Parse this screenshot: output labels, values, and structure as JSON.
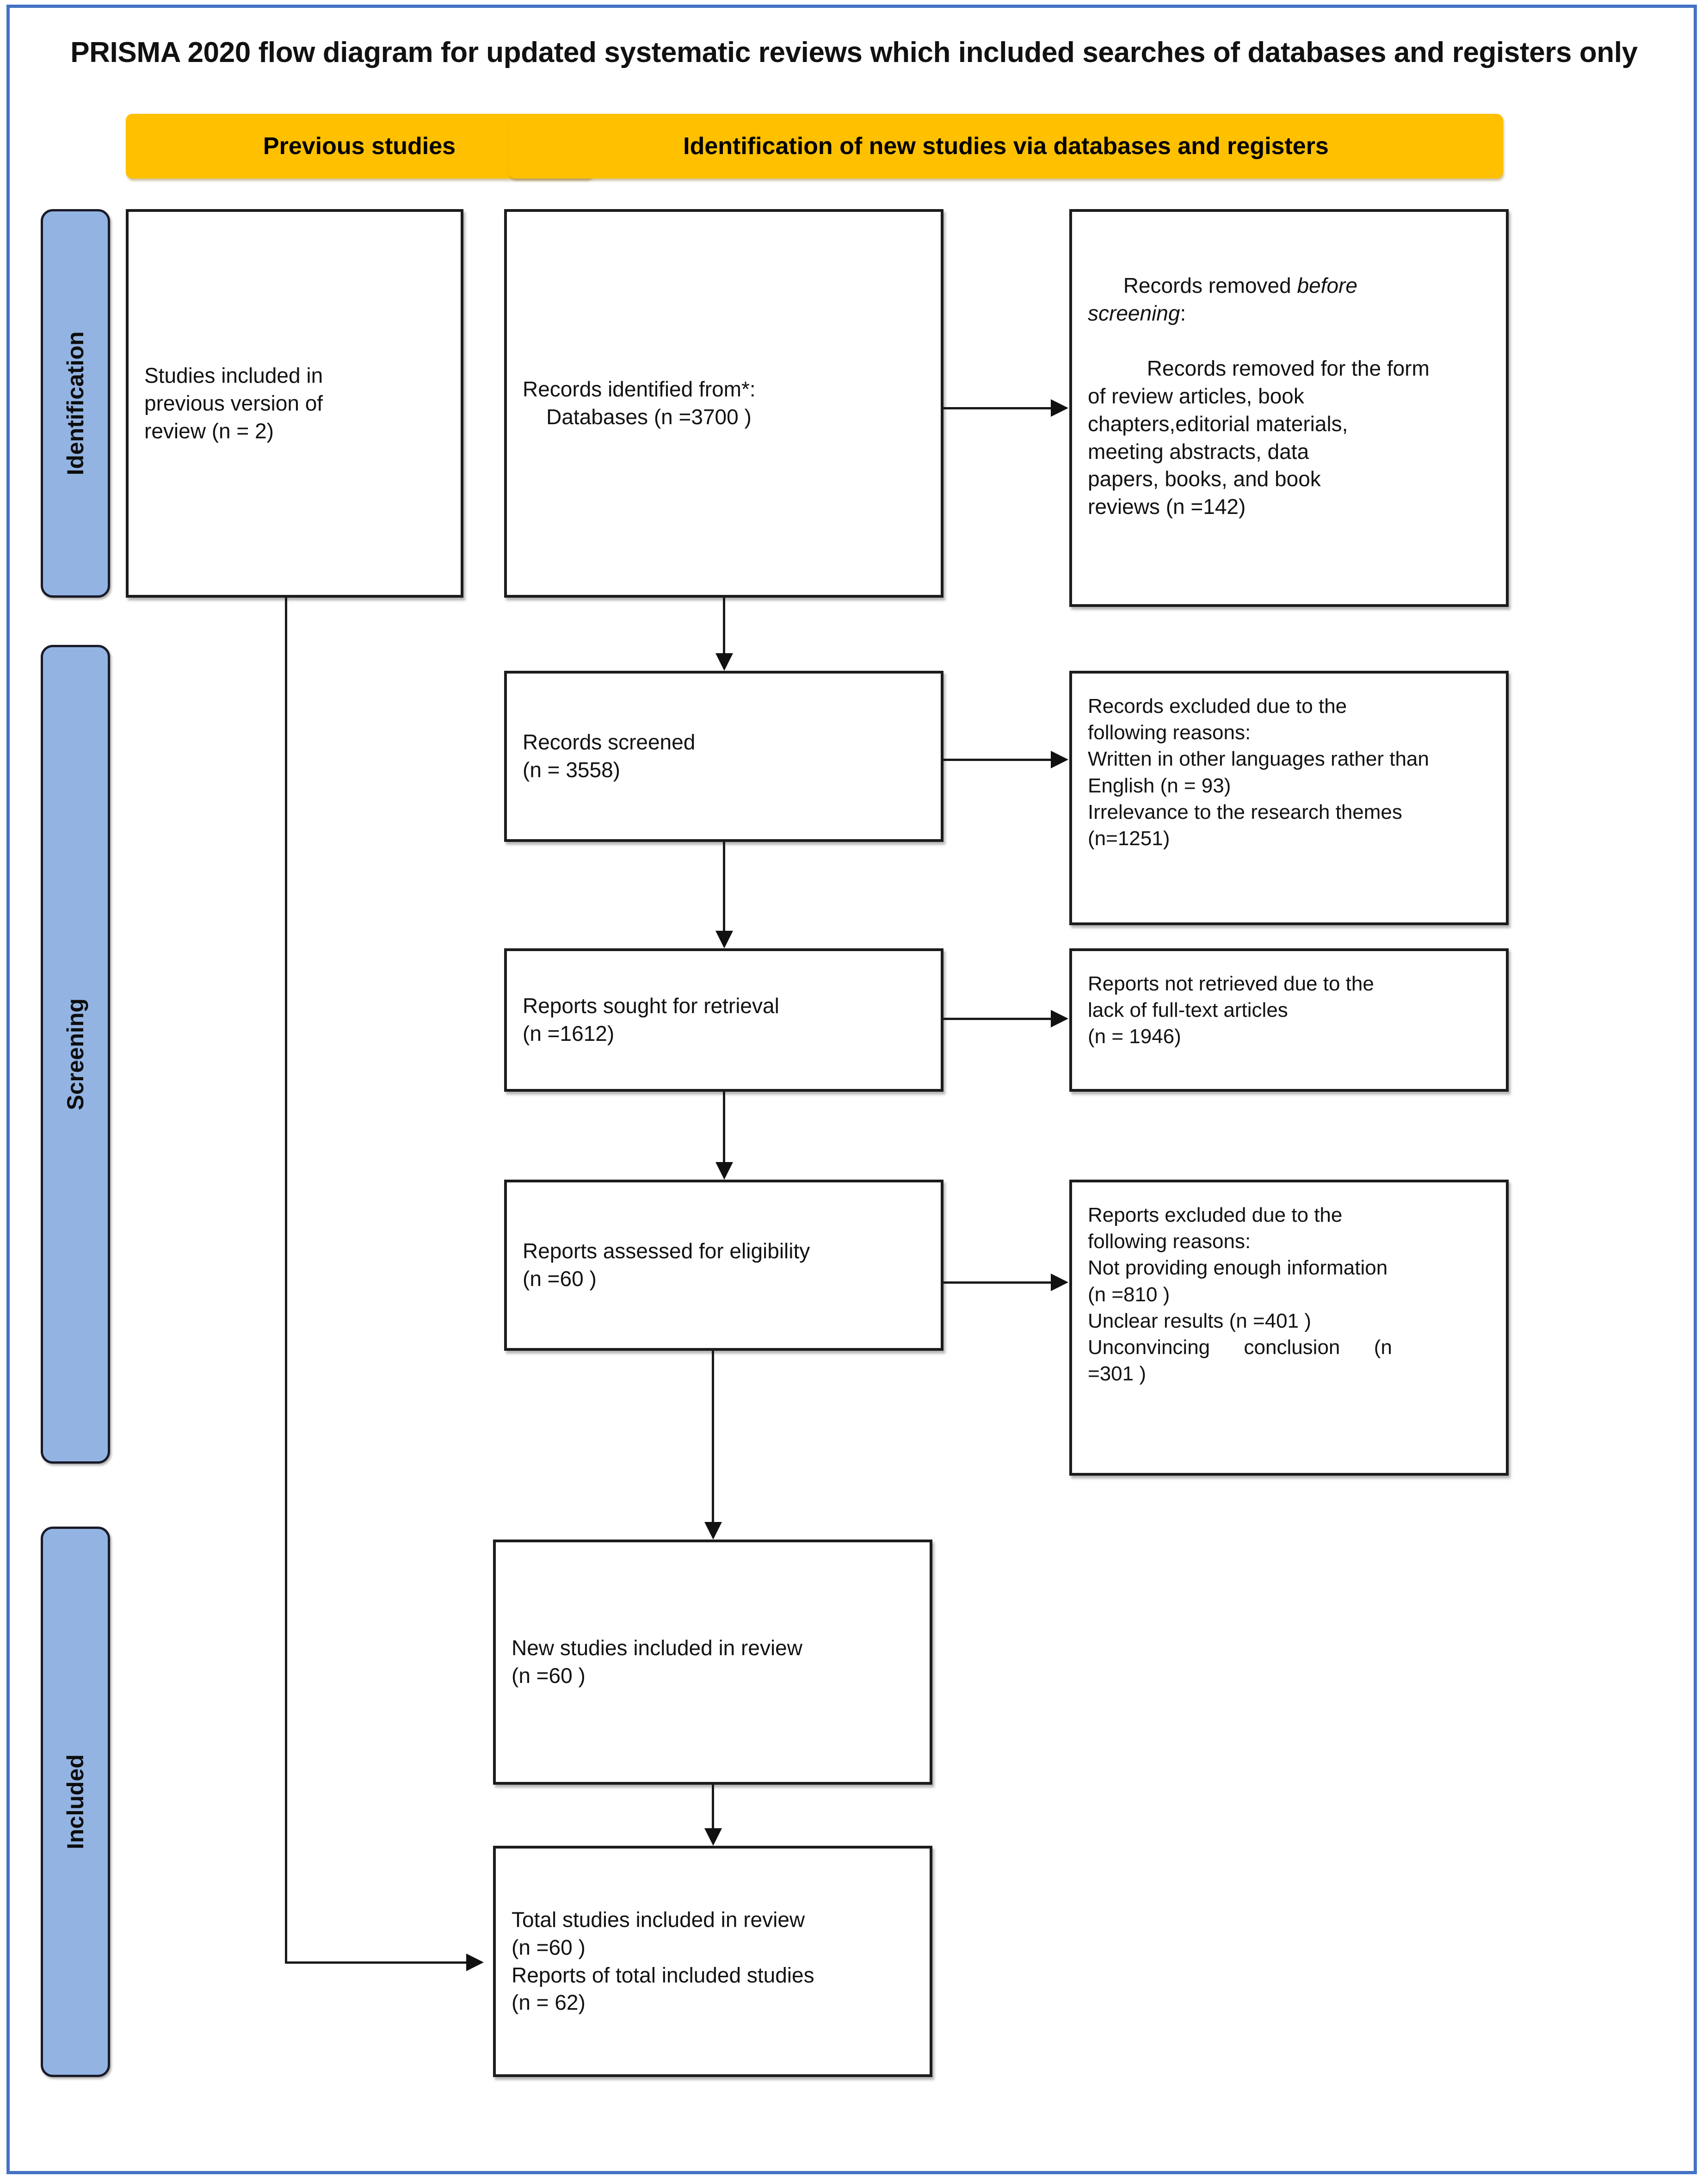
{
  "title": "PRISMA 2020 flow diagram for updated systematic reviews which included searches of databases and registers only",
  "colors": {
    "frame_border": "#4472c4",
    "header_bar": "#FFC000",
    "stage_rail": "#93b4e3",
    "box_border": "#1c1c1c",
    "connector": "#1a1a1a",
    "text": "#121212"
  },
  "headers": {
    "previous_studies": "Previous studies",
    "identification_new": "Identification of new studies via databases and registers"
  },
  "stages": [
    {
      "id": "identification",
      "label": "Identification"
    },
    {
      "id": "screening",
      "label": "Screening"
    },
    {
      "id": "included",
      "label": "Included"
    }
  ],
  "boxes": {
    "previous_studies": "Studies included in\nprevious version of\nreview (n = 2)",
    "records_identified": "Records identified from*:\n    Databases (n =3700 )",
    "records_removed_heading_a": "Records removed ",
    "records_removed_heading_italic": "before\nscreening",
    "records_removed_heading_b": ":",
    "records_removed_body": "    Records removed for the form\nof review articles, book\nchapters,editorial materials,\nmeeting abstracts, data\npapers, books, and book\nreviews (n =142)",
    "records_screened": "Records screened\n(n = 3558)",
    "records_excluded": "Records excluded due to the\nfollowing reasons:\nWritten in other languages rather than\nEnglish (n = 93)\nIrrelevance to the research themes\n(n=1251)",
    "reports_sought": "Reports sought for retrieval\n(n =1612)",
    "reports_not_retrieved": "Reports not retrieved due to the\nlack of full-text articles\n(n = 1946)",
    "reports_assessed": "Reports assessed for eligibility\n(n =60 )",
    "reports_excluded": "Reports excluded due to the\nfollowing reasons:\nNot providing enough information\n(n =810 )\nUnclear results (n =401 )\nUnconvincing      conclusion      (n\n=301 )",
    "new_studies_included": "New studies included in review\n(n =60 )",
    "total_studies_included": "Total studies included in review\n(n =60 )\nReports of total included studies\n(n = 62)"
  },
  "chart_data": {
    "type": "table",
    "title": "PRISMA 2020 flow diagram counts",
    "categories": [
      "Studies included in previous version of review",
      "Records identified from Databases",
      "Records removed before screening (form of review articles, book chapters, editorial materials, meeting abstracts, data papers, books, book reviews)",
      "Records screened",
      "Records excluded - Written in other languages rather than English",
      "Records excluded - Irrelevance to the research themes",
      "Reports sought for retrieval",
      "Reports not retrieved due to lack of full-text articles",
      "Reports assessed for eligibility",
      "Reports excluded - Not providing enough information",
      "Reports excluded - Unclear results",
      "Reports excluded - Unconvincing conclusion",
      "New studies included in review",
      "Total studies included in review",
      "Reports of total included studies"
    ],
    "values": [
      2,
      3700,
      142,
      3558,
      93,
      1251,
      1612,
      1946,
      60,
      810,
      401,
      301,
      60,
      60,
      62
    ]
  }
}
